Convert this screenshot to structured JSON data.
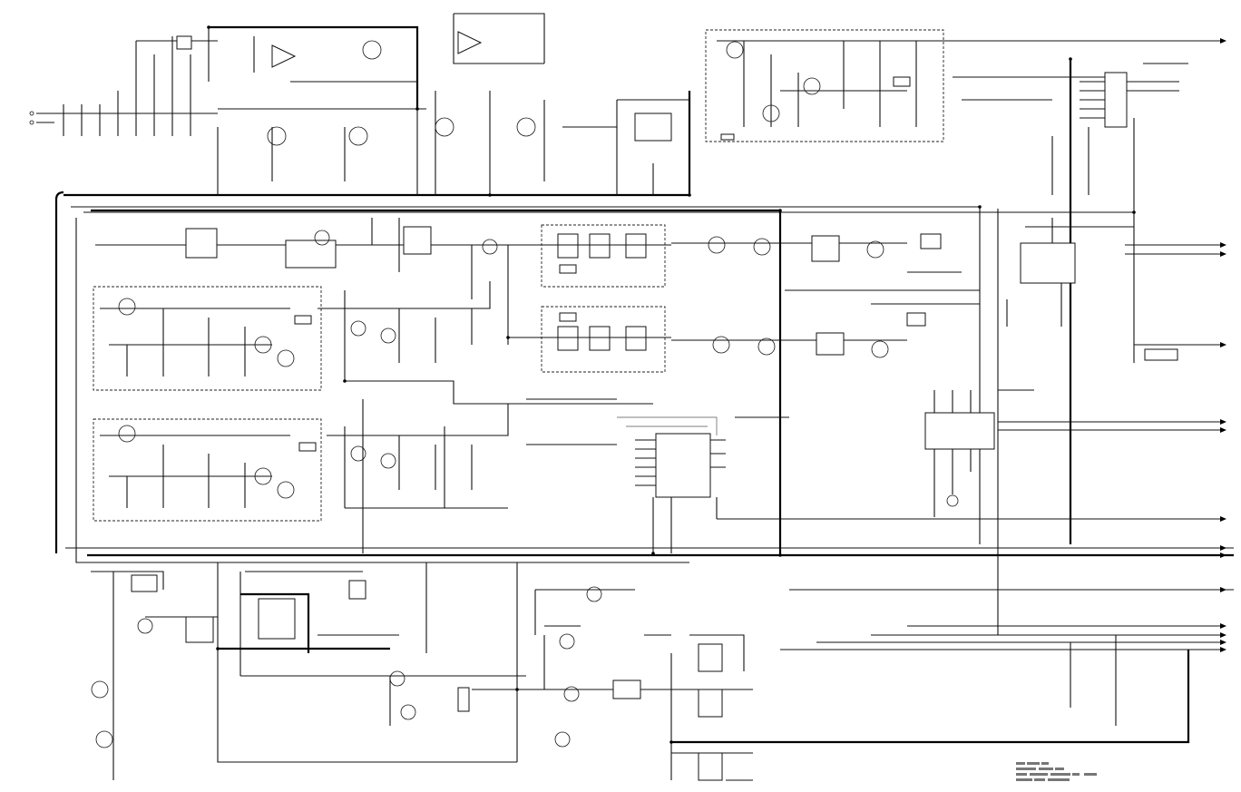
{
  "diagram": {
    "background": "#ffffff",
    "ink": "#111111",
    "blocks": [
      {
        "name": "regulator-block",
        "dashed": true
      },
      {
        "name": "filter-block-1",
        "dashed": true
      },
      {
        "name": "filter-block-2",
        "dashed": true
      },
      {
        "name": "mixer-block-1",
        "dashed": true
      },
      {
        "name": "mixer-block-2",
        "dashed": true
      }
    ]
  }
}
